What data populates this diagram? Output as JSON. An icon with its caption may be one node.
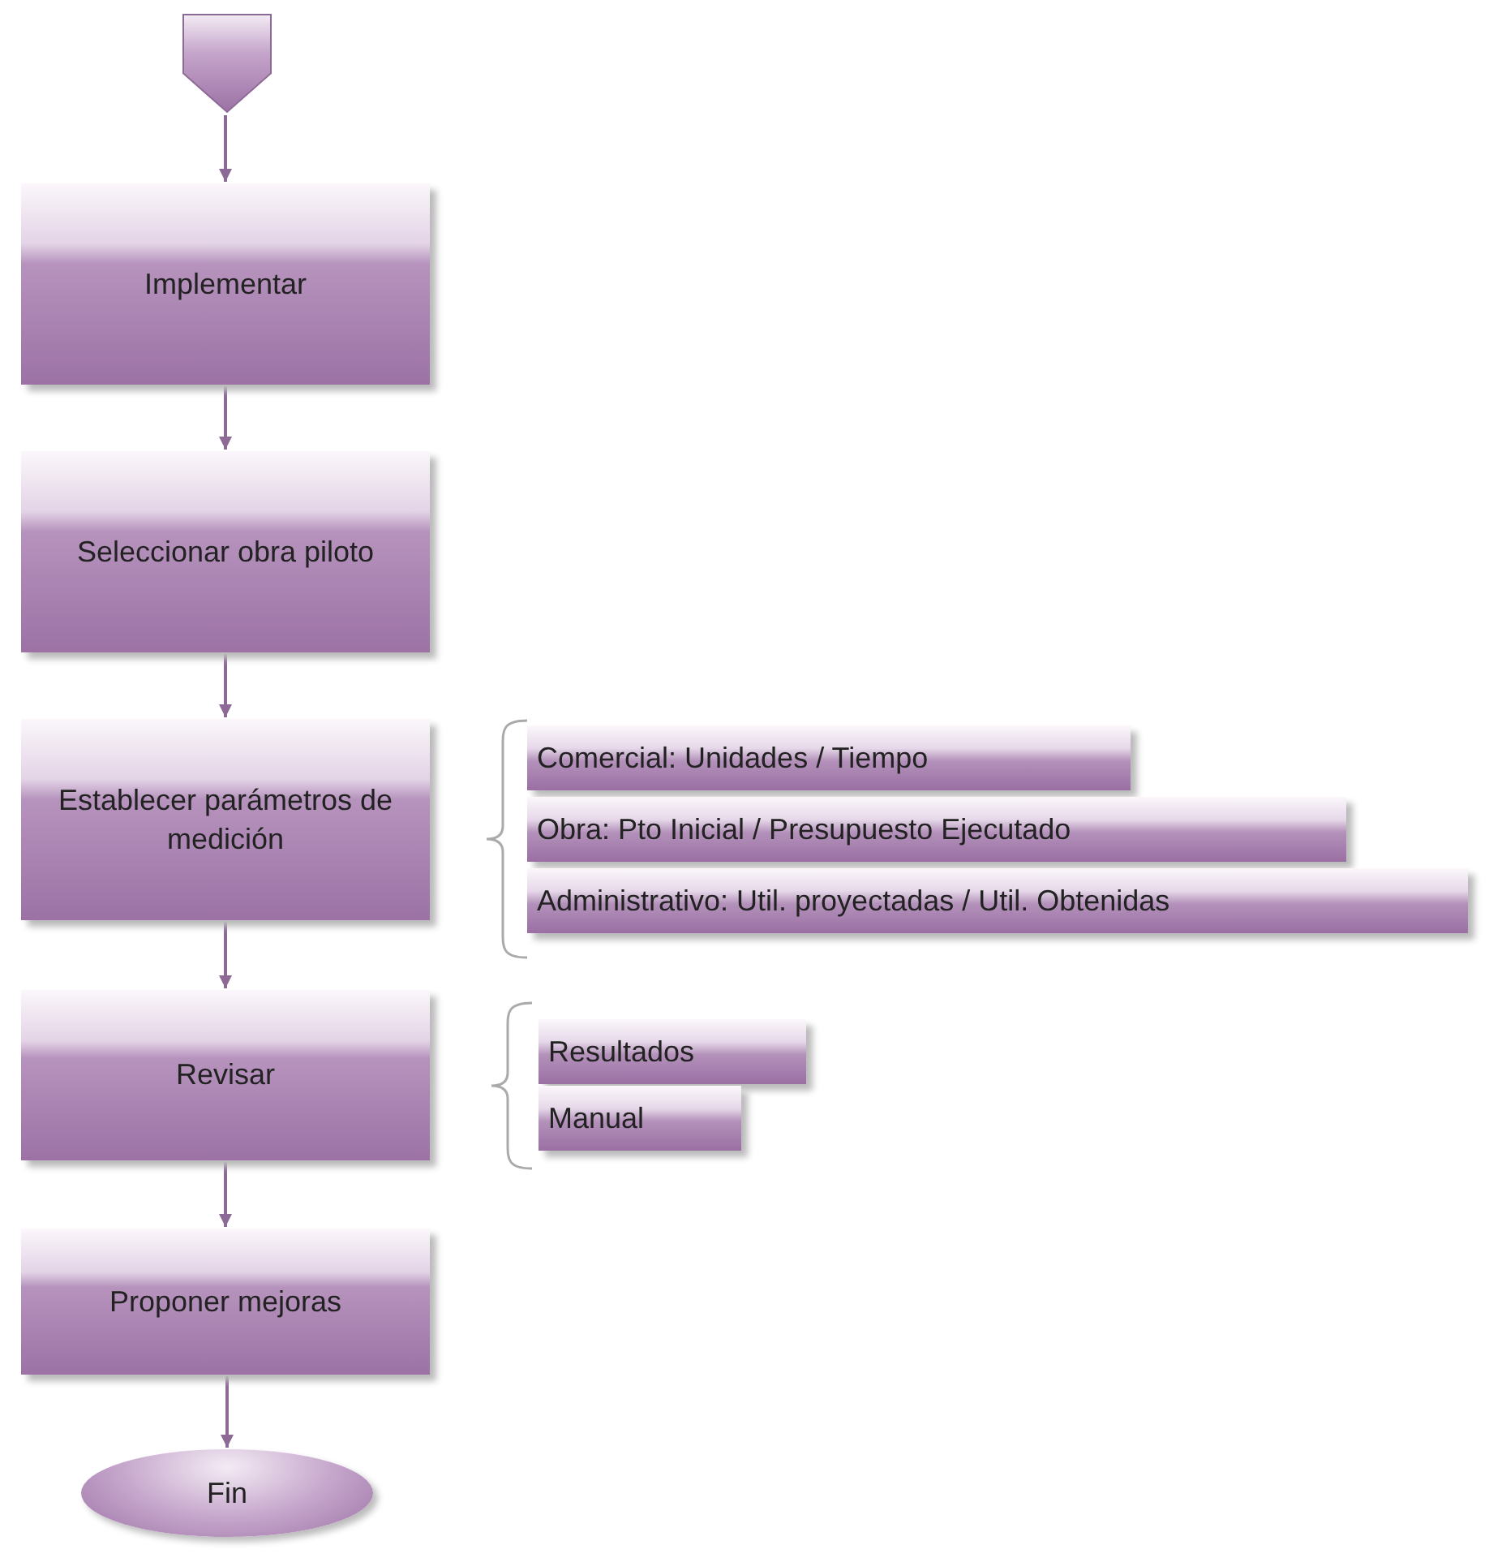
{
  "diagram": {
    "nodes": [
      {
        "text": [],
        "shape": "pentagon"
      },
      {
        "text": [
          "Implementar"
        ]
      },
      {
        "text": [
          "Seleccionar obra piloto"
        ]
      },
      {
        "text": [
          "Establecer parámetros de medición"
        ]
      },
      {
        "text": [
          "Comercial: Unidades / Tiempo"
        ]
      },
      {
        "text": [
          "Obra: Pto Inicial / Presupuesto Ejecutado"
        ]
      },
      {
        "text": [
          "Administrativo:  Util. proyectadas / Util. Obtenidas"
        ]
      },
      {
        "text": [
          "Revisar"
        ]
      },
      {
        "text": [
          "Resultados"
        ]
      },
      {
        "text": [
          "Manual"
        ]
      },
      {
        "text": [
          "Proponer mejoras"
        ]
      },
      {
        "text": [
          "Fin"
        ]
      }
    ],
    "edges": [
      {
        "from": 0,
        "to": 1,
        "arrow": "to"
      },
      {
        "from": 1,
        "to": 2,
        "arrow": "to"
      },
      {
        "from": 2,
        "to": 3,
        "arrow": "to"
      },
      {
        "from": 3,
        "to": 7,
        "arrow": "to"
      },
      {
        "from": 7,
        "to": 10,
        "arrow": "to"
      },
      {
        "from": 10,
        "to": 11,
        "arrow": "to"
      }
    ]
  }
}
